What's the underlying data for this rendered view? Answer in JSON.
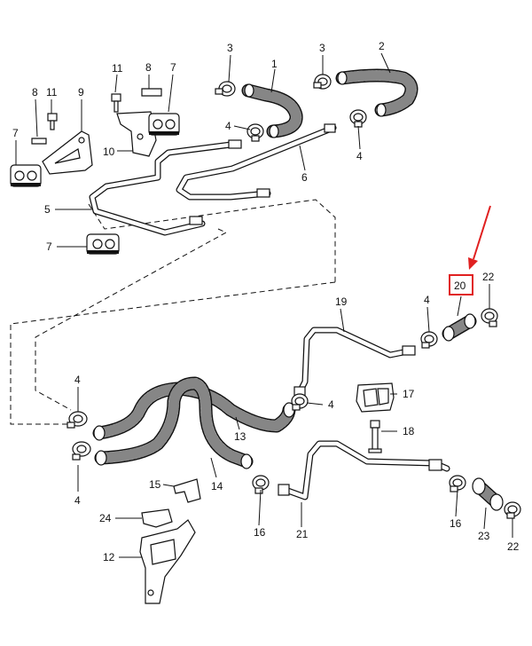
{
  "diagram": {
    "callouts": [
      {
        "id": "c3a",
        "text": "3"
      },
      {
        "id": "c1",
        "text": "1"
      },
      {
        "id": "c3b",
        "text": "3"
      },
      {
        "id": "c2",
        "text": "2"
      },
      {
        "id": "c11a",
        "text": "11"
      },
      {
        "id": "c8a",
        "text": "8"
      },
      {
        "id": "c7a",
        "text": "7"
      },
      {
        "id": "c8b",
        "text": "8"
      },
      {
        "id": "c11b",
        "text": "11"
      },
      {
        "id": "c9",
        "text": "9"
      },
      {
        "id": "c4a",
        "text": "4"
      },
      {
        "id": "c4b",
        "text": "4"
      },
      {
        "id": "c7b",
        "text": "7"
      },
      {
        "id": "c10",
        "text": "10"
      },
      {
        "id": "c6",
        "text": "6"
      },
      {
        "id": "c5",
        "text": "5"
      },
      {
        "id": "c7c",
        "text": "7"
      },
      {
        "id": "c20",
        "text": "20"
      },
      {
        "id": "c22a",
        "text": "22"
      },
      {
        "id": "c19",
        "text": "19"
      },
      {
        "id": "c4c",
        "text": "4"
      },
      {
        "id": "c17",
        "text": "17"
      },
      {
        "id": "c4d",
        "text": "4"
      },
      {
        "id": "c4e",
        "text": "4"
      },
      {
        "id": "c13",
        "text": "13"
      },
      {
        "id": "c18",
        "text": "18"
      },
      {
        "id": "c4f",
        "text": "4"
      },
      {
        "id": "c15",
        "text": "15"
      },
      {
        "id": "c14",
        "text": "14"
      },
      {
        "id": "c16a",
        "text": "16"
      },
      {
        "id": "c21",
        "text": "21"
      },
      {
        "id": "c16b",
        "text": "16"
      },
      {
        "id": "c23",
        "text": "23"
      },
      {
        "id": "c22b",
        "text": "22"
      },
      {
        "id": "c24",
        "text": "24"
      },
      {
        "id": "c12",
        "text": "12"
      }
    ],
    "highlight_color": "#e02020",
    "line_color": "#111111"
  }
}
